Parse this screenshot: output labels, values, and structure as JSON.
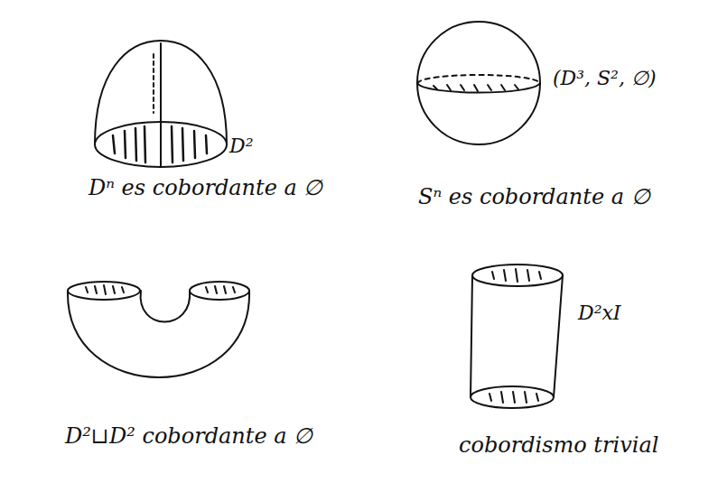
{
  "diagram": {
    "labels": [
      "D²",
      "Dⁿ es cobordante a ∅",
      "(D³, S², ∅)",
      "Sⁿ es cobordante a ∅",
      "D²⊔D²  cobordante a ∅",
      "D²xI",
      "cobordismo trivial"
    ]
  }
}
